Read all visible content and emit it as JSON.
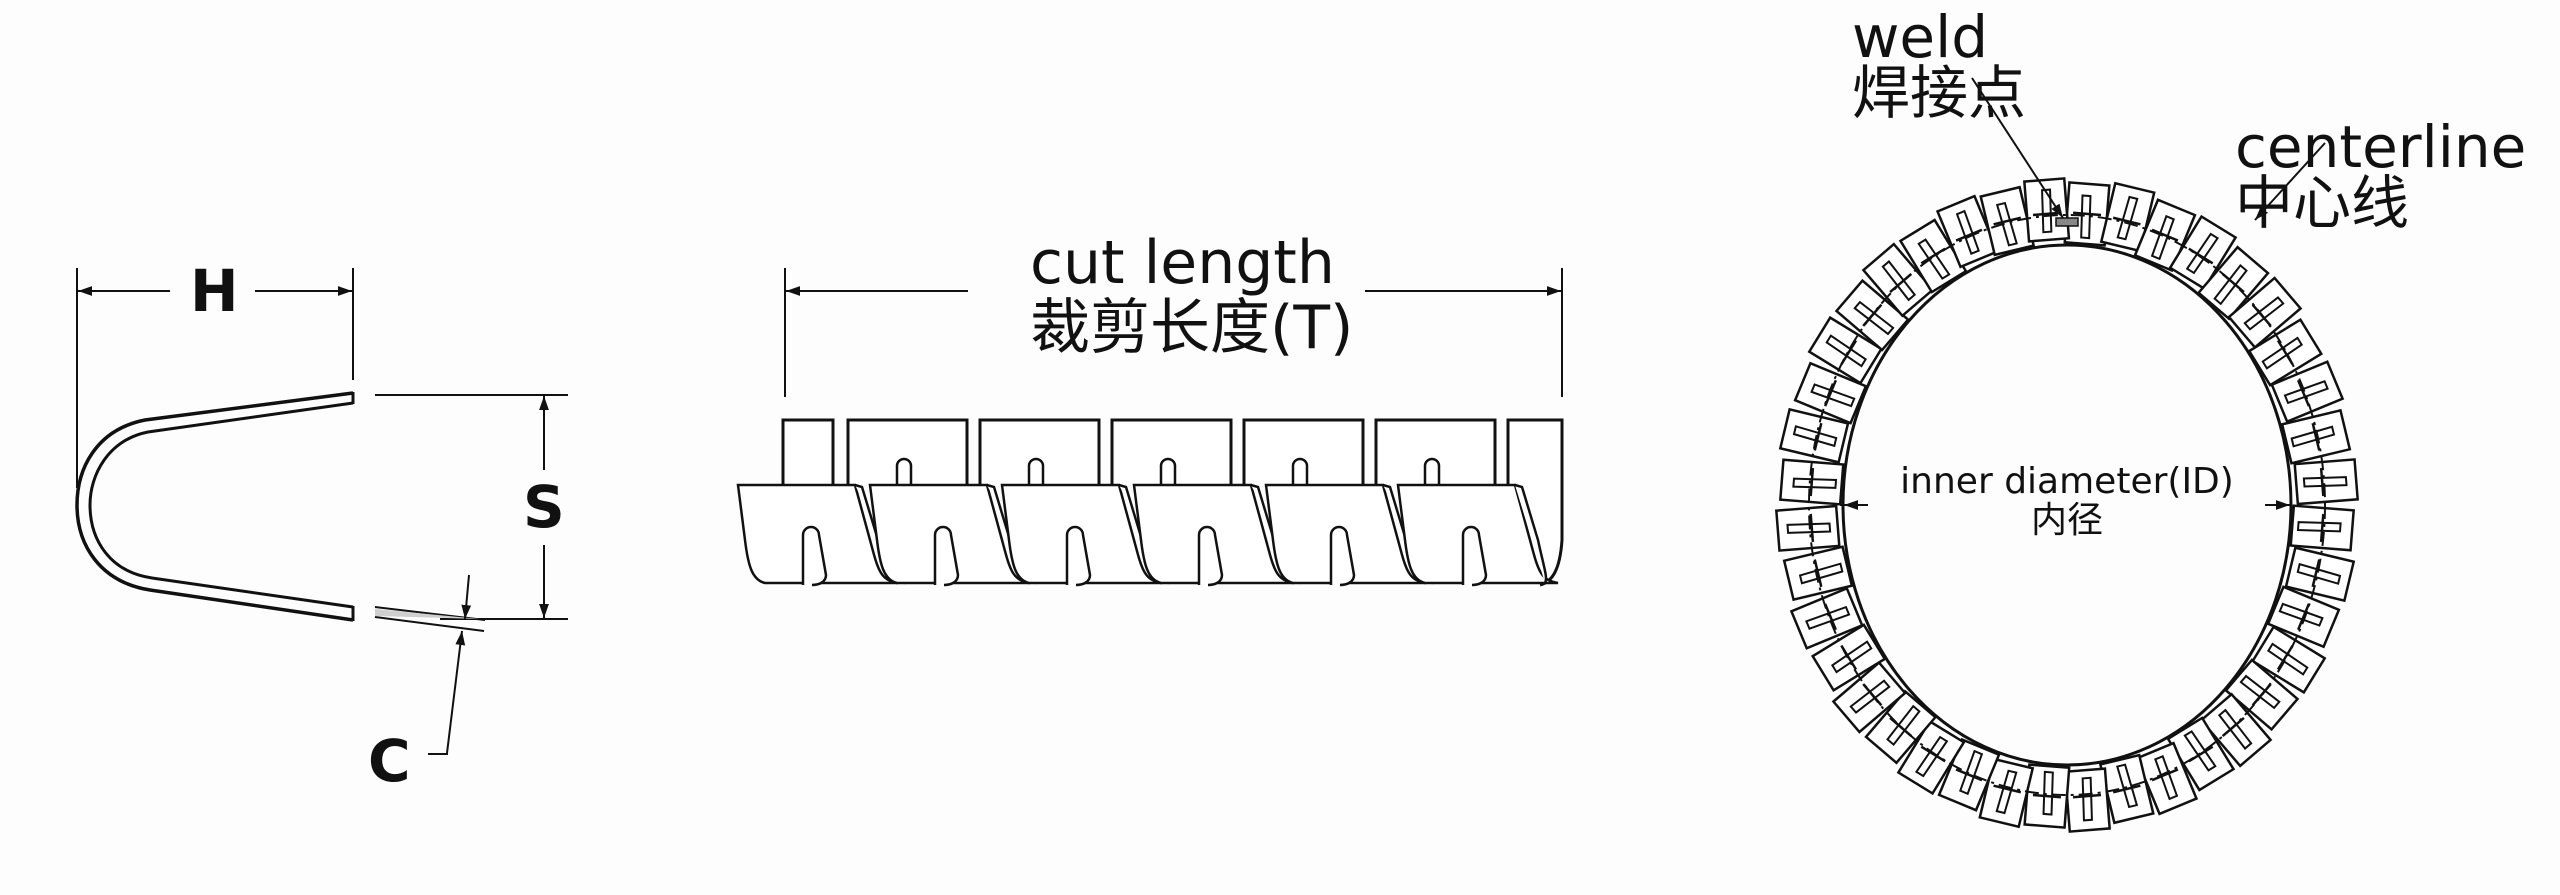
{
  "figure": {
    "type": "technical drawing",
    "subject": "spiral/segmented cable protector profile, cut length and ring assembly",
    "colors": {
      "line": "#111111",
      "background": "#fdfdfd",
      "fill": "#ffffff"
    }
  },
  "profile_view": {
    "dim_h_label": "H",
    "dim_s_label": "S",
    "dim_c_label": "C"
  },
  "length_view": {
    "label_en": "cut length",
    "label_zh": "裁剪长度(T)",
    "segment_count": 6
  },
  "ring_view": {
    "weld_en": "weld",
    "weld_zh": "焊接点",
    "centerline_en": "centerline",
    "centerline_zh": "中心线",
    "id_en": "inner diameter(ID)",
    "id_zh": "内径",
    "segment_count": 40
  }
}
